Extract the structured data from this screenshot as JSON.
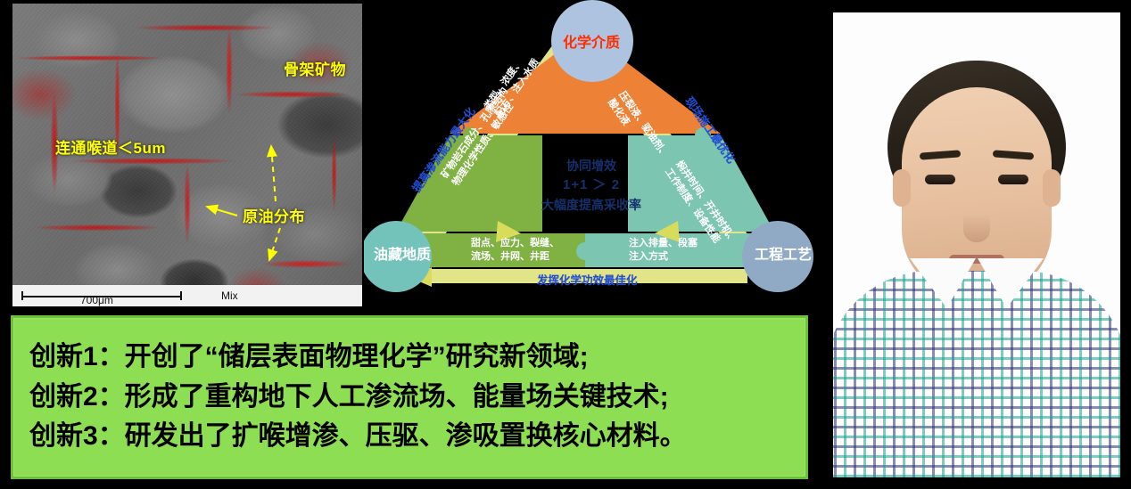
{
  "sem_image": {
    "labels": {
      "skeleton": "骨架矿物",
      "throat": "连通喉道＜5um",
      "oil": "原油分布"
    },
    "scale_bar": "700μm",
    "mode": "Mix"
  },
  "triangle": {
    "corners": {
      "top": "化学介质",
      "bottom_left": "油藏地质",
      "bottom_right": "工程工艺"
    },
    "segments": {
      "chem_left": "类型、浓度、<br>配方、注入水质",
      "chem_right": "压裂液、驱油剂、<br>酸化液",
      "geology": "矿物岩石成分、孔隙结构<br>物理化学性质、敏感性",
      "engineering": "焖井时间、开井时机、<br>工作制度、设备性能",
      "bottom_left": "甜点、应力、裂缝、<br>流场、井网、井距",
      "bottom_right": "注入排量、段塞<br>注入方式"
    },
    "outer_labels": {
      "left": "提高渗流能力最大化",
      "right": "现场施工最优化",
      "bottom": "发挥化学功效最佳化"
    },
    "center": {
      "line1": "协同增效",
      "line2": "1+1 ＞ 2",
      "line3": "大幅度提高采收率"
    },
    "colors": {
      "orange": "#ed8136",
      "green": "#7fb243",
      "teal": "#7cc5b0",
      "arrow": "#d9db5b",
      "circle_top": "#aec3e0",
      "circle_left": "#74c3bb",
      "circle_right": "#90a9c4",
      "outer_label_color": "#1f4fd8",
      "top_label_color": "#ff2d00"
    }
  },
  "innovations": {
    "box_color": "#8ede54",
    "lines": [
      "创新1：开创了“储层表面物理化学”研究新领域;",
      "创新2：形成了重构地下人工渗流场、能量场关键技术;",
      "创新3：研发出了扩喉增渗、压驱、渗吸置换核心材料。"
    ]
  },
  "portrait": {
    "alt": "portrait-photo"
  }
}
